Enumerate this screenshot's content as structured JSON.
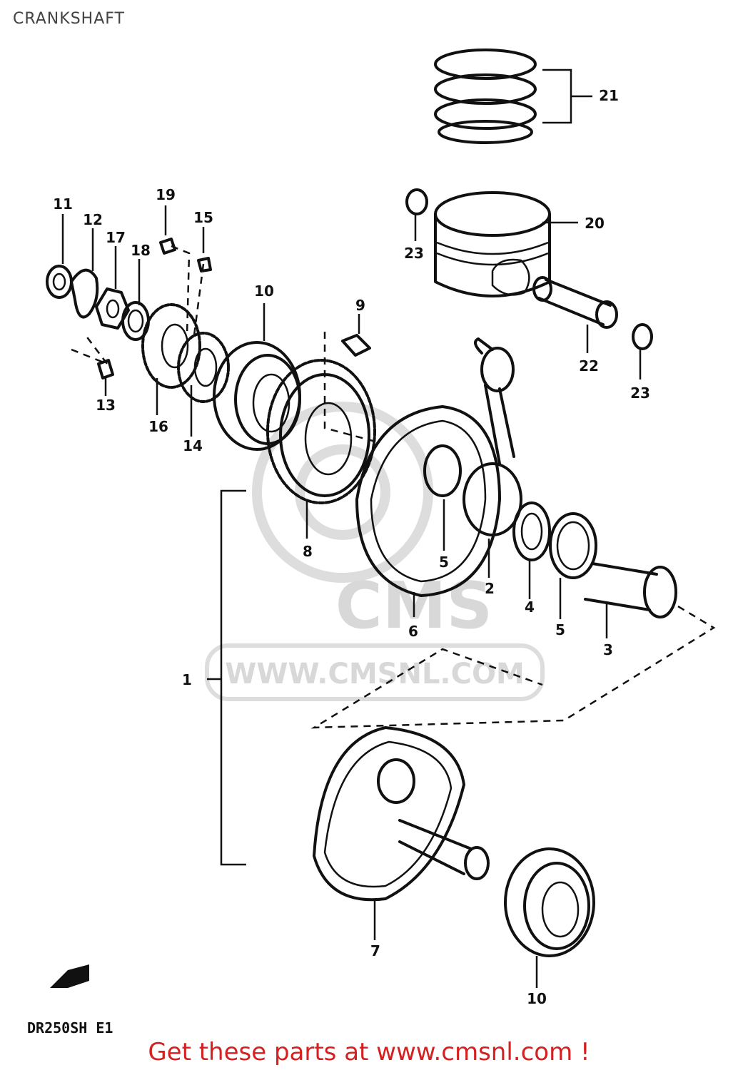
{
  "page": {
    "title": "CRANKSHAFT"
  },
  "callouts": {
    "c1": "1",
    "c2": "2",
    "c3": "3",
    "c4": "4",
    "c5a": "5",
    "c5b": "5",
    "c6": "6",
    "c7": "7",
    "c8": "8",
    "c9": "9",
    "c10a": "10",
    "c10b": "10",
    "c11": "11",
    "c12": "12",
    "c13": "13",
    "c14": "14",
    "c15": "15",
    "c16": "16",
    "c17": "17",
    "c18": "18",
    "c19": "19",
    "c20": "20",
    "c21": "21",
    "c22": "22",
    "c23a": "23",
    "c23b": "23"
  },
  "watermark": {
    "logo": "CMS",
    "url": "WWW.CMSNL.COM"
  },
  "model_code": "DR250SH E1",
  "footer": {
    "text": "Get these parts at www.cmsnl.com !"
  },
  "colors": {
    "footer_text": "#d42020",
    "line_art": "#111111",
    "watermark": "#d8d8d8"
  }
}
